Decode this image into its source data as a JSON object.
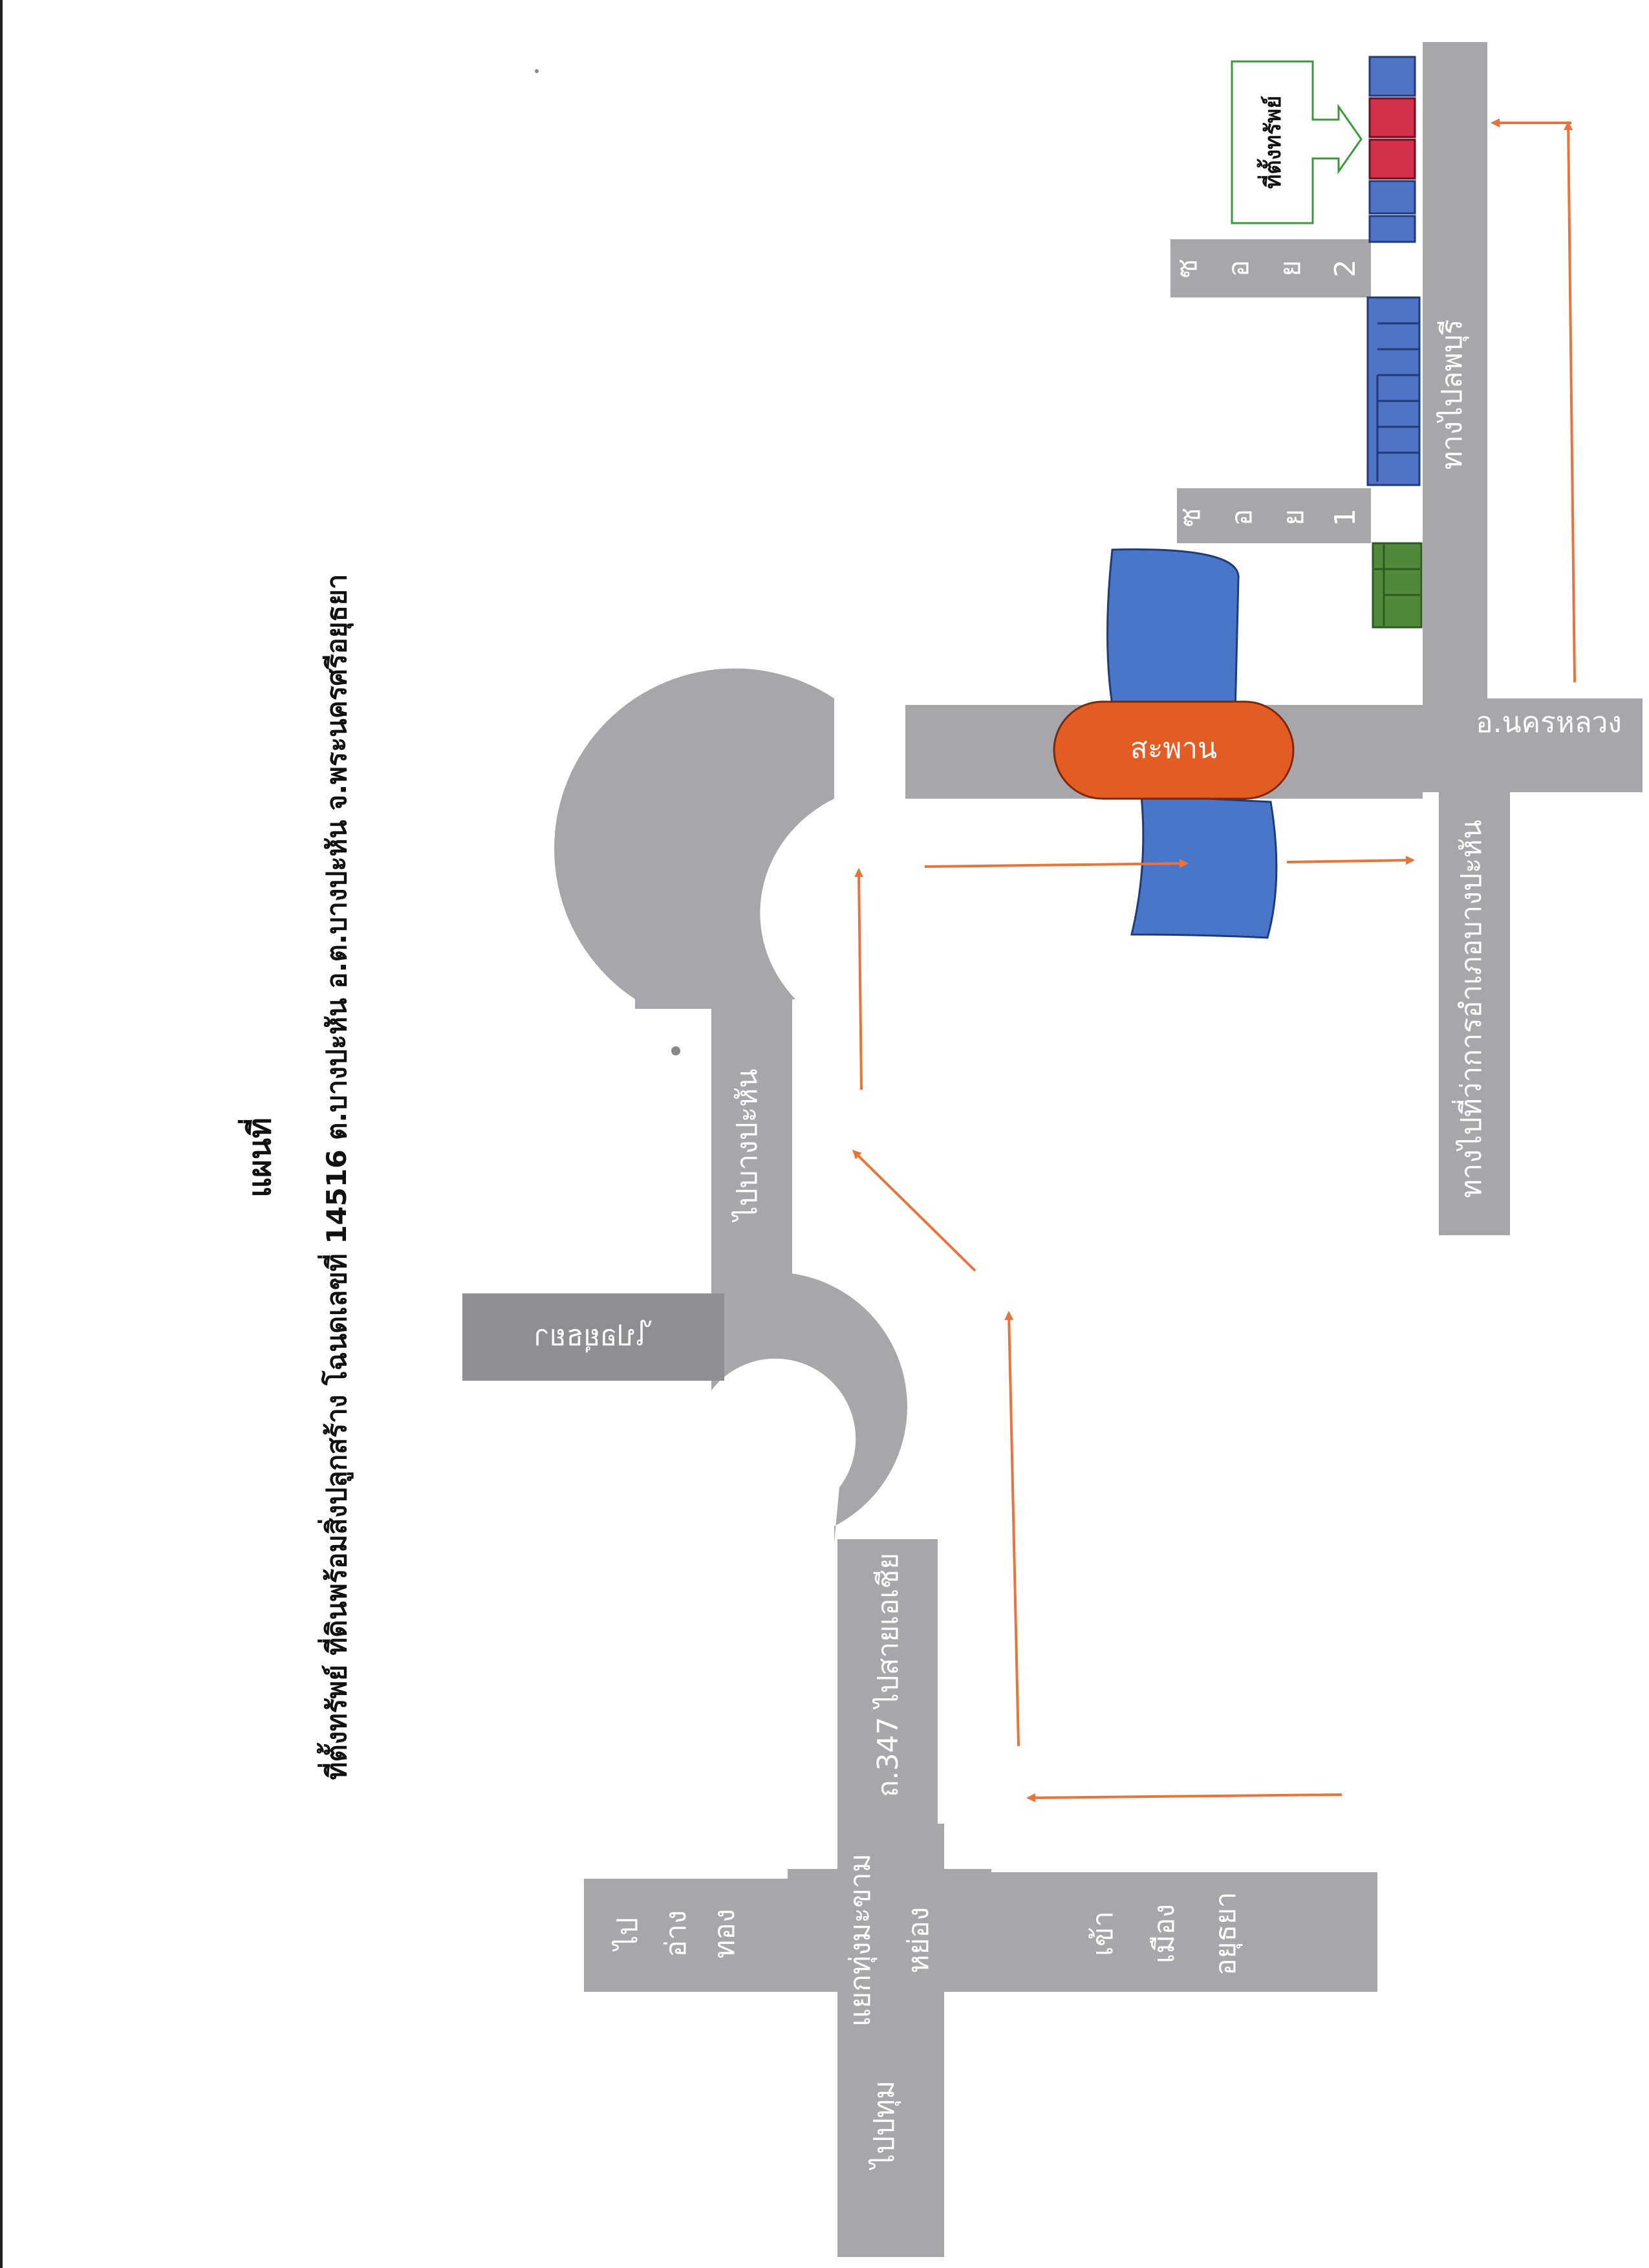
{
  "header": {
    "heading": "แผนที่",
    "subtitle": "ที่ตั้งทรัพย์ ที่ดินพร้อมสิ่งปลูกสร้าง โฉนดเลขที่ 14516 ต.บางปะหัน อ.ต.บางปะหัน จ.พระนครศรีอยุธยา"
  },
  "labels": {
    "to_pathum": "ไปปทุม",
    "junction_line1": "แยกทุ่งมะขาม",
    "junction_line2": "หย่อง",
    "to_angthong": [
      "ไป",
      "อ่าง",
      "ทอง"
    ],
    "into_city": [
      "เข้า",
      "เมือง",
      "อยุธยา"
    ],
    "route_347": "ถ.347 ไปสายเอเชีย",
    "mirrored_sign": "ไปอยุธยา",
    "to_bangpahan": "ไปบางปะหัน",
    "bridge": "สะพาน",
    "nakhon_luang": "อ.นครหลวง",
    "to_district_office": "ทางไปที่ว่าการอำเภอบางปะหัน",
    "to_lopburi": "ทางไปลพบุรี",
    "soi1": [
      "ซ",
      "อ",
      "ย",
      "1"
    ],
    "soi2": [
      "ซ",
      "อ",
      "ย",
      "2"
    ],
    "property_location": "ที่ตั้งทรัพย์"
  },
  "colors": {
    "road": "#a6a6ab",
    "river": "#4a76c9",
    "bridge": "#e25c24",
    "arrow": "#e8743b",
    "building_blue": "#4f74c6",
    "building_red": "#d3304a",
    "building_green": "#4f8a3b",
    "callout_border": "#3a9a3a"
  }
}
